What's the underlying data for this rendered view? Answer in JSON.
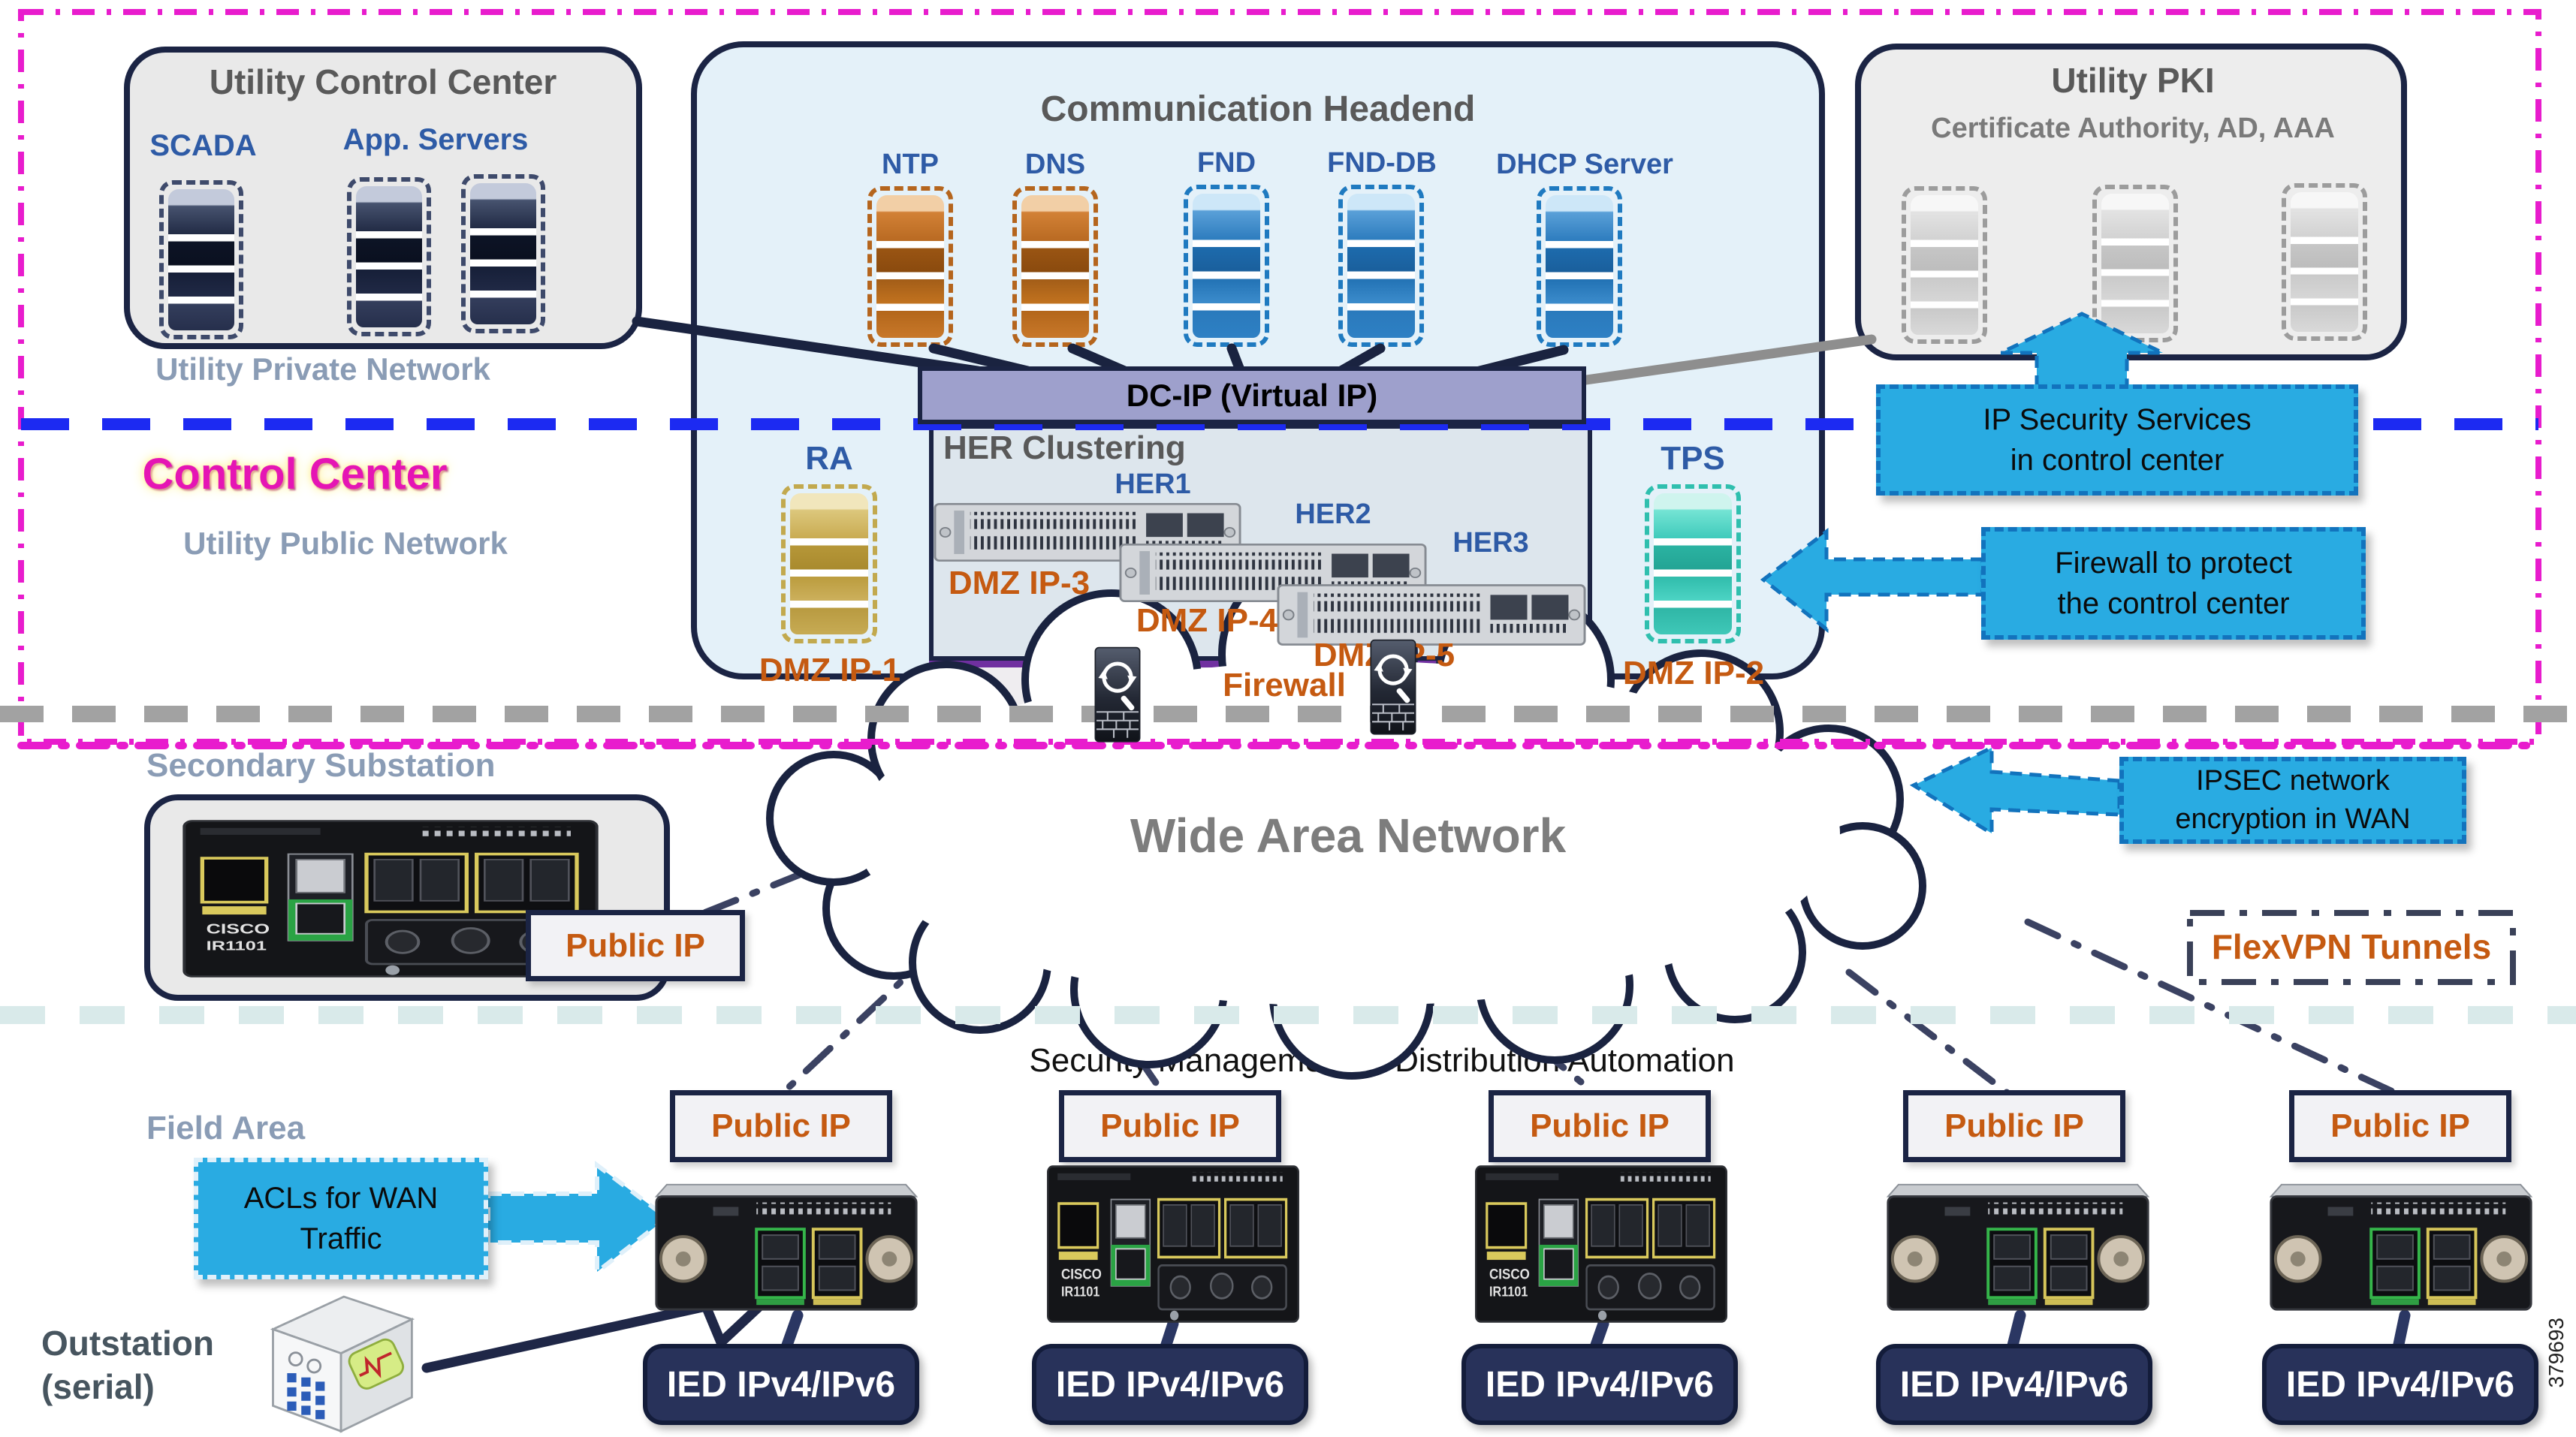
{
  "labels": {
    "utility_private_network": "Utility Private Network",
    "control_center": "Control Center",
    "utility_public_network": "Utility Public Network",
    "secondary_substation": "Secondary Substation",
    "field_area": "Field Area",
    "outstation": [
      "Outstation",
      "(serial)"
    ],
    "security_management": "Security Management in Distribution Automation",
    "figure_number": "379693"
  },
  "utility_control_center": {
    "title": "Utility Control Center",
    "scada_label": "SCADA",
    "app_servers_label": "App. Servers"
  },
  "communication_headend": {
    "title": "Communication Headend",
    "servers": [
      "NTP",
      "DNS",
      "FND",
      "FND-DB",
      "DHCP Server"
    ],
    "dc_ip": "DC-IP (Virtual IP)"
  },
  "utility_pki": {
    "title": "Utility PKI",
    "subtitle": "Certificate Authority, AD, AAA"
  },
  "her_clustering": {
    "title": "HER Clustering",
    "routers": [
      {
        "name": "HER1",
        "dmz": "DMZ IP-3"
      },
      {
        "name": "HER2",
        "dmz": "DMZ IP-4"
      },
      {
        "name": "HER3",
        "dmz": "DMZ IP-5"
      }
    ]
  },
  "ra": {
    "label": "RA",
    "dmz": "DMZ IP-1"
  },
  "tps": {
    "label": "TPS",
    "dmz": "DMZ IP-2"
  },
  "firewall": {
    "label": "Firewall"
  },
  "callouts": {
    "ip_security": [
      "IP Security Services",
      "in control center"
    ],
    "firewall_protect": [
      "Firewall to protect",
      "the control center"
    ],
    "ipsec_wan": [
      "IPSEC network",
      "encryption in WAN"
    ],
    "acl_wan": [
      "ACLs for WAN",
      "Traffic"
    ]
  },
  "wan": {
    "label": "Wide Area Network",
    "flexvpn": "FlexVPN Tunnels"
  },
  "substation": {
    "public_ip": "Public IP"
  },
  "field_sites": {
    "public_ip": "Public IP",
    "ied": "IED IPv4/IPv6",
    "count": 5
  },
  "devices": {
    "brand": "CISCO",
    "model": "IR1101"
  },
  "colors": {
    "callout_fill": "#29abe2",
    "callout_border": "#1273bd",
    "orange_text": "#c55a11",
    "blue_label": "#2e5ba6",
    "navy_border": "#1b2444",
    "magenta_border": "#e81ccd",
    "blue_boundary": "#1c2af2",
    "gray_boundary": "#a2a2a2",
    "teal_boundary": "#d9eaea",
    "purple_firewall": "#7030a0",
    "headend_fill": "#e4f1f9",
    "her_fill": "#dde6ed",
    "dcip_fill": "#9ea0cc"
  }
}
